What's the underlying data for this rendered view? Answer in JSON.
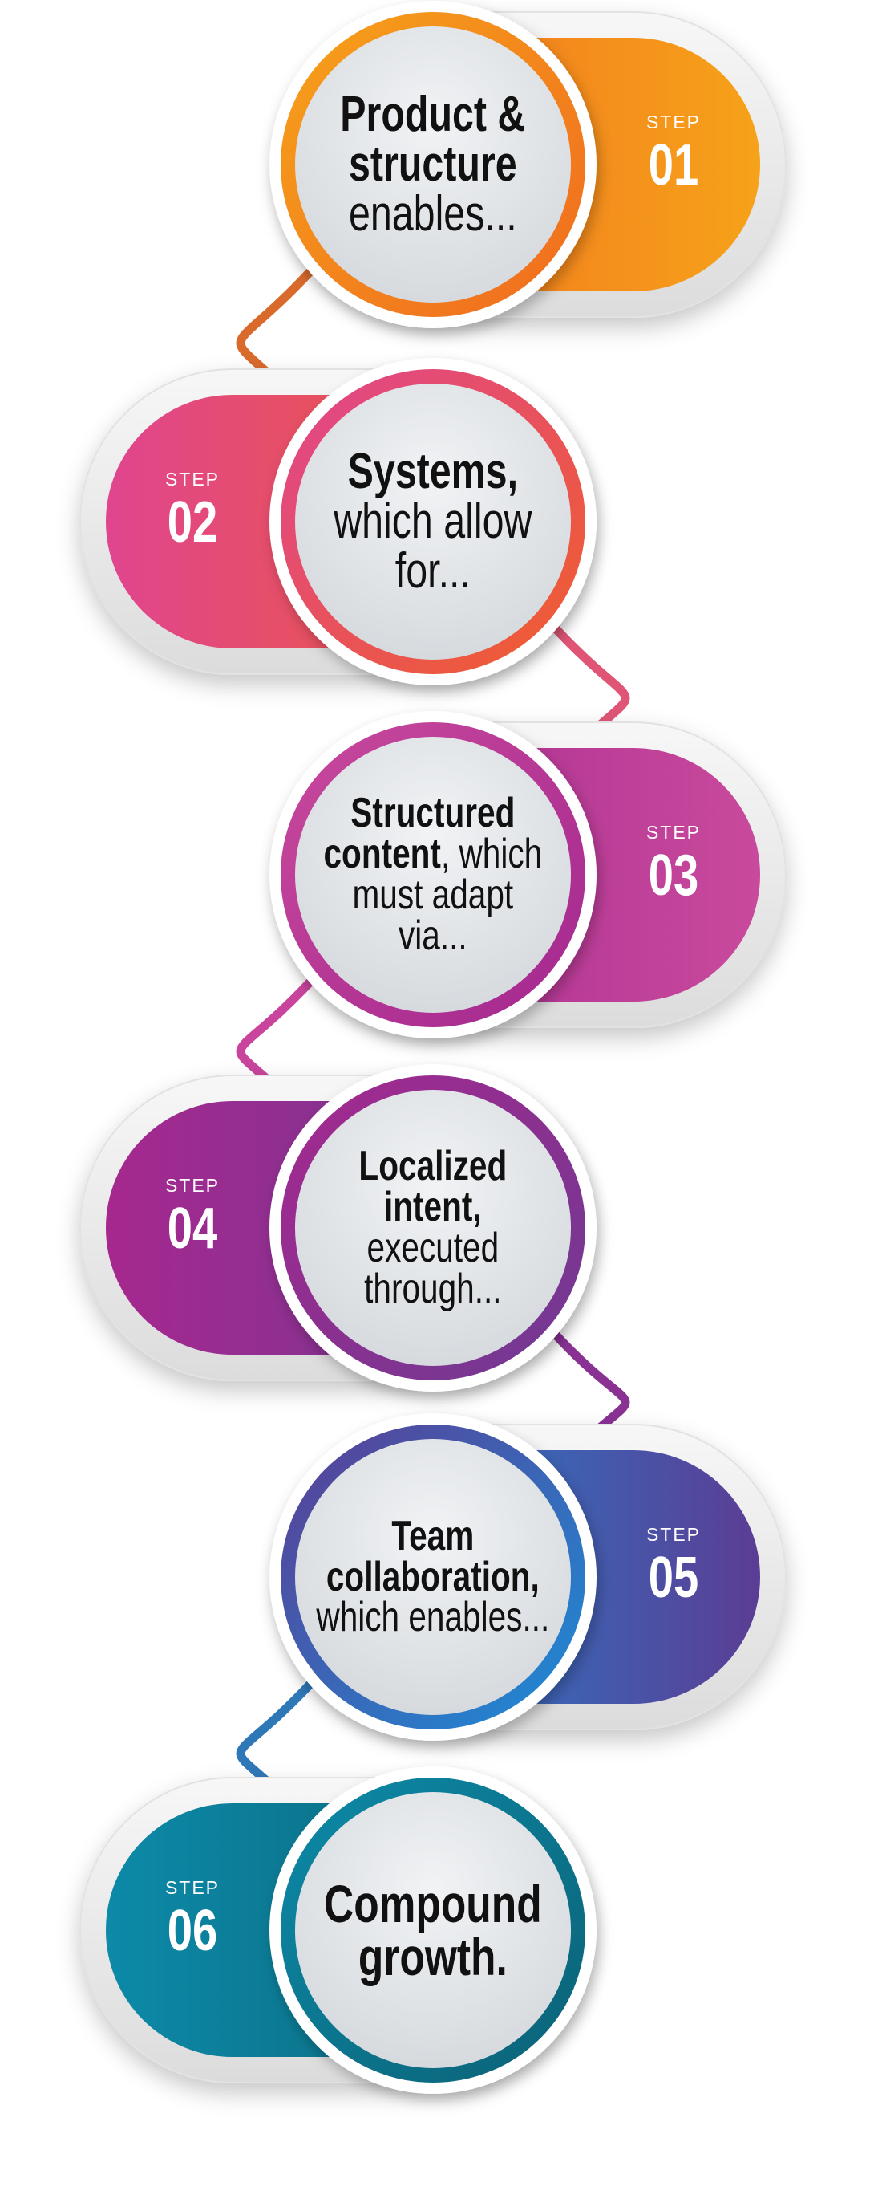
{
  "colors": {
    "step1": [
      "#f6a21a",
      "#f06a1f"
    ],
    "step2": [
      "#e0458f",
      "#f05e2a"
    ],
    "step3": [
      "#c94a9c",
      "#a3278f"
    ],
    "step4": [
      "#a6288f",
      "#6e3a92"
    ],
    "step5": [
      "#5b3d94",
      "#1b8ed8"
    ],
    "step6": [
      "#0c8aa8",
      "#0b6175"
    ],
    "connector12": "#d96a2c",
    "connector23": "#e05576",
    "connector34": "#c9459d",
    "connector45": "#8a3194",
    "connector56": "#2f78b8"
  },
  "steps": [
    {
      "label": "STEP",
      "number": "01",
      "lines": [
        {
          "parts": [
            {
              "text": "Product &",
              "bold": true
            }
          ]
        },
        {
          "parts": [
            {
              "text": "structure",
              "bold": true
            }
          ]
        },
        {
          "parts": [
            {
              "text": "enables...",
              "bold": false
            }
          ]
        }
      ]
    },
    {
      "label": "STEP",
      "number": "02",
      "lines": [
        {
          "parts": [
            {
              "text": "Systems,",
              "bold": true
            }
          ]
        },
        {
          "parts": [
            {
              "text": "which allow",
              "bold": false
            }
          ]
        },
        {
          "parts": [
            {
              "text": "for...",
              "bold": false
            }
          ]
        }
      ]
    },
    {
      "label": "STEP",
      "number": "03",
      "lines": [
        {
          "parts": [
            {
              "text": "Structured",
              "bold": true
            }
          ]
        },
        {
          "parts": [
            {
              "text": "content",
              "bold": true
            },
            {
              "text": ", which",
              "bold": false
            }
          ]
        },
        {
          "parts": [
            {
              "text": "must adapt",
              "bold": false
            }
          ]
        },
        {
          "parts": [
            {
              "text": "via...",
              "bold": false
            }
          ]
        }
      ]
    },
    {
      "label": "STEP",
      "number": "04",
      "lines": [
        {
          "parts": [
            {
              "text": "Localized",
              "bold": true
            }
          ]
        },
        {
          "parts": [
            {
              "text": "intent,",
              "bold": true
            }
          ]
        },
        {
          "parts": [
            {
              "text": "executed",
              "bold": false
            }
          ]
        },
        {
          "parts": [
            {
              "text": "through...",
              "bold": false
            }
          ]
        }
      ]
    },
    {
      "label": "STEP",
      "number": "05",
      "lines": [
        {
          "parts": [
            {
              "text": "Team",
              "bold": true
            }
          ]
        },
        {
          "parts": [
            {
              "text": "collaboration,",
              "bold": true
            }
          ]
        },
        {
          "parts": [
            {
              "text": "which enables...",
              "bold": false
            }
          ]
        }
      ]
    },
    {
      "label": "STEP",
      "number": "06",
      "lines": [
        {
          "parts": [
            {
              "text": "Compound",
              "bold": true
            }
          ]
        },
        {
          "parts": [
            {
              "text": "growth.",
              "bold": true
            }
          ]
        }
      ]
    }
  ]
}
